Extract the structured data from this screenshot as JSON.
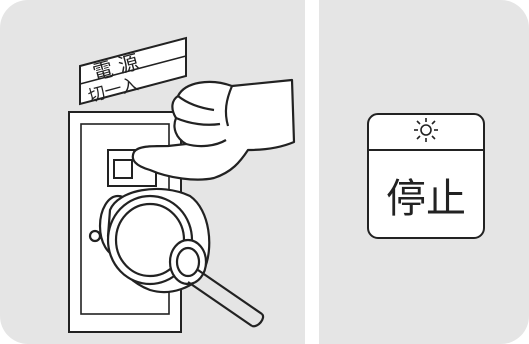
{
  "power_label": {
    "top": "電 源",
    "bottom": "切一入"
  },
  "indicator": {
    "status_text": "停止",
    "lamp": "lamp-lit-icon"
  },
  "colors": {
    "panel_bg": "#e5e5e5",
    "line": "#222222",
    "fill": "#ffffff"
  },
  "icons": [
    "hand-pressing-switch-icon",
    "power-plug-icon",
    "cable-icon",
    "lamp-lit-icon"
  ]
}
